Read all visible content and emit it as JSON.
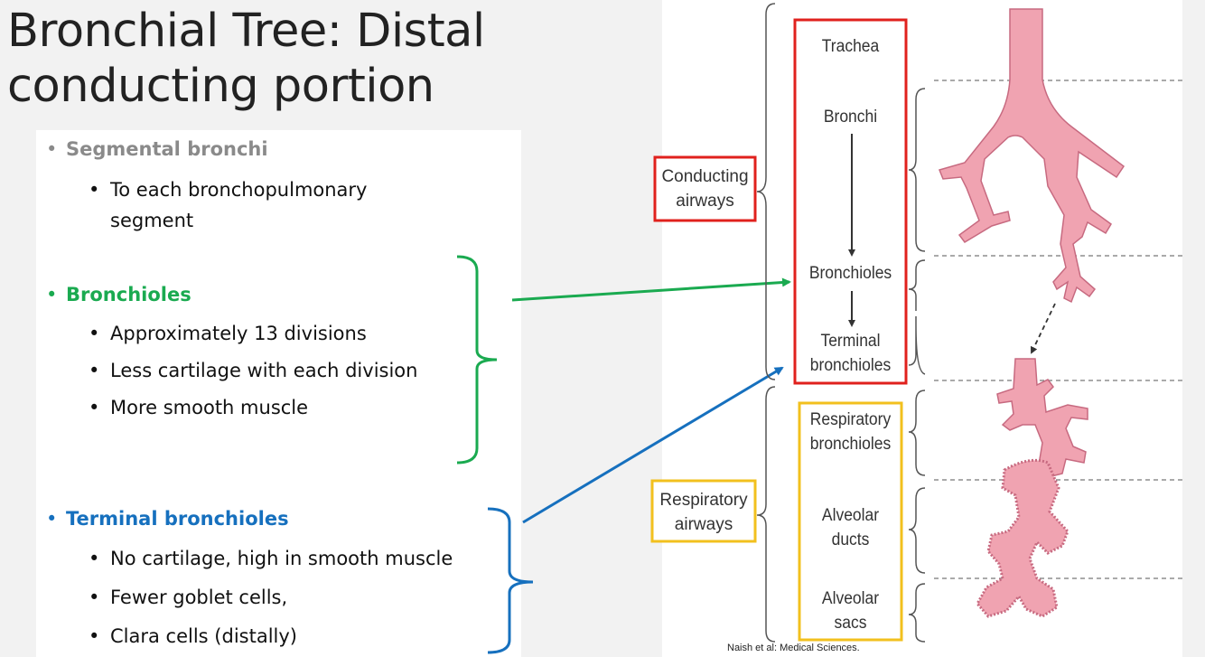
{
  "slide": {
    "title_line1": "Bronchial Tree: Distal",
    "title_line2": "conducting portion"
  },
  "bullets": {
    "segmental": {
      "heading": "Segmental bronchi",
      "items": [
        "To each bronchopulmonary",
        "segment"
      ]
    },
    "bronchioles": {
      "heading": "Bronchioles",
      "items": [
        "Approximately 13 divisions",
        "Less cartilage with each division",
        "More smooth muscle"
      ]
    },
    "terminal": {
      "heading": "Terminal bronchioles",
      "items": [
        "No cartilage, high in smooth muscle",
        "Fewer goblet cells,",
        "Clara cells (distally)"
      ]
    }
  },
  "diagram": {
    "conducting_box": [
      "Conducting",
      "airways"
    ],
    "respiratory_box": [
      "Respiratory",
      "airways"
    ],
    "trachea": "Trachea",
    "bronchi": "Bronchi",
    "bronchioles": "Bronchioles",
    "terminal": [
      "Terminal",
      "bronchioles"
    ],
    "resp_bronchioles": [
      "Respiratory",
      "bronchioles"
    ],
    "alv_ducts": [
      "Alveolar",
      "ducts"
    ],
    "alv_sacs": [
      "Alveolar",
      "sacs"
    ],
    "credit": "Naish et al: Medical Sciences."
  },
  "colors": {
    "segmental": "#8a8a8a",
    "bronchioles": "#1aaa50",
    "terminal": "#1670be",
    "red_box": "#e0211d",
    "yellow_box": "#f2c01e",
    "airway_pink": "#f0a3b1"
  }
}
